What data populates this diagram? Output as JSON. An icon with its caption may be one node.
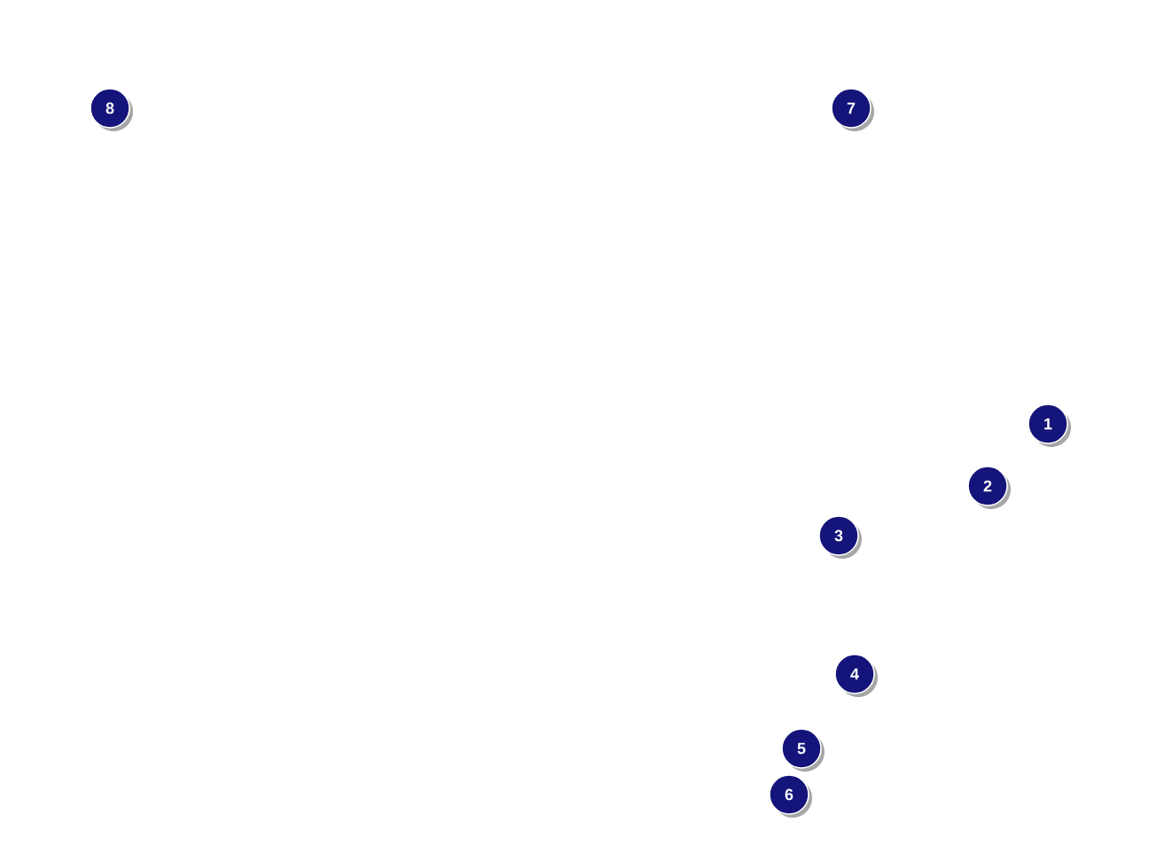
{
  "diagram": {
    "nodes": [
      {
        "text": [
          "8"
        ]
      },
      {
        "text": [
          "7"
        ]
      },
      {
        "text": [
          "1"
        ]
      },
      {
        "text": [
          "2"
        ]
      },
      {
        "text": [
          "3"
        ]
      },
      {
        "text": [
          "4"
        ]
      },
      {
        "text": [
          "5"
        ]
      },
      {
        "text": [
          "6"
        ]
      }
    ]
  }
}
